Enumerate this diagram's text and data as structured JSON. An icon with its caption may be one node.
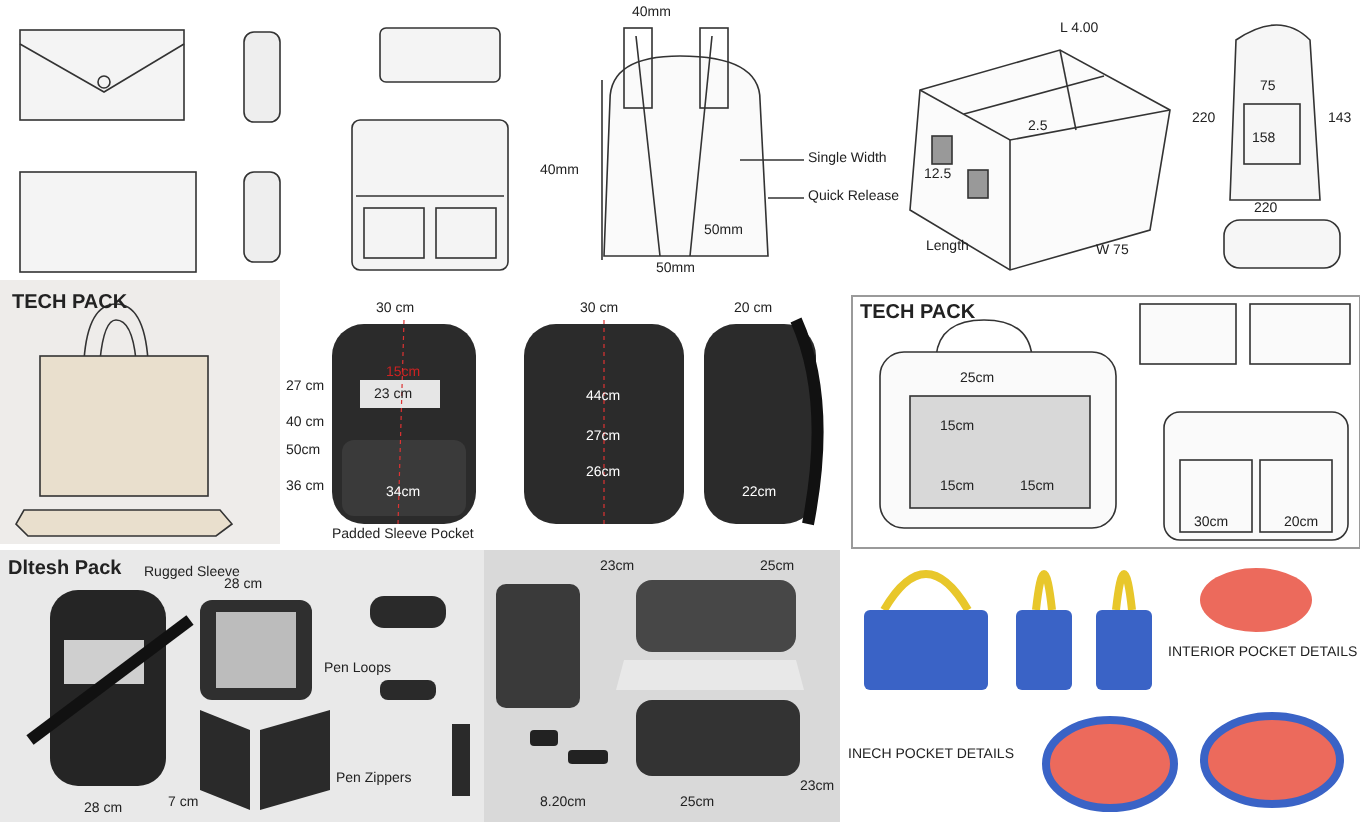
{
  "diagram": {
    "labels": [
      "40mm",
      "40mm",
      "Single Width",
      "Quick Release",
      "50mm",
      "50mm",
      "L 4.00",
      "12.5",
      "2.5",
      "Length",
      "W 75",
      "75",
      "158",
      "220",
      "143",
      "220",
      "TECH PACK",
      "30 cm",
      "15cm",
      "23 cm",
      "27 cm",
      "40 cm",
      "50cm",
      "36 cm",
      "34cm",
      "Padded Sleeve Pocket",
      "30 cm",
      "44cm",
      "27cm",
      "26cm",
      "20 cm",
      "22cm",
      "TECH PACK",
      "25cm",
      "15cm",
      "15cm",
      "15cm",
      "30cm",
      "20cm",
      "Dltesh Pack",
      "Rugged Sleeve",
      "Pen Loops",
      "28 cm",
      "7 cm",
      "Pen Zippers",
      "28 cm",
      "23cm",
      "25cm",
      "8.20cm",
      "25cm",
      "23cm",
      "INTERIOR POCKET DETAILS",
      "INECH POCKET DETAILS"
    ]
  }
}
